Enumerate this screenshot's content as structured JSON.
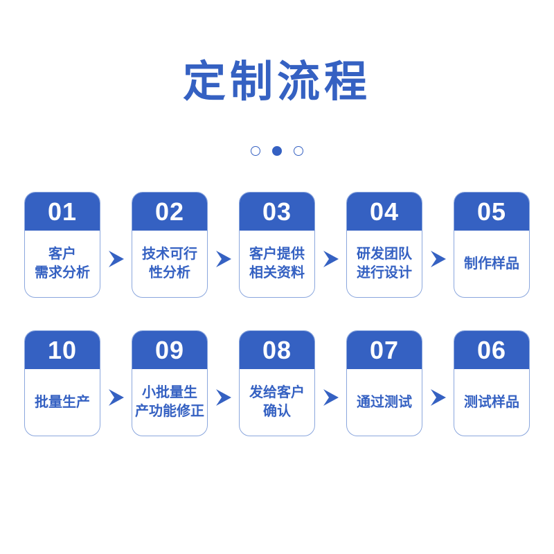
{
  "header": {
    "title": "定制流程",
    "title_color": "#3561c2"
  },
  "carousel": {
    "dots": [
      {
        "state": "inactive"
      },
      {
        "state": "active"
      },
      {
        "state": "inactive"
      }
    ],
    "active_index": 1
  },
  "theme": {
    "brand_blue": "#3561c2",
    "card_border": "#8aa6dd",
    "background": "#ffffff",
    "number_text": "#ffffff",
    "label_text": "#3561c2"
  },
  "flow": {
    "arrow_glyph": "chevron-right",
    "rows": [
      {
        "cards": [
          {
            "number": "01",
            "label": "客户\n需求分析"
          },
          {
            "number": "02",
            "label": "技术可行\n性分析"
          },
          {
            "number": "03",
            "label": "客户提供\n相关资料"
          },
          {
            "number": "04",
            "label": "研发团队\n进行设计"
          },
          {
            "number": "05",
            "label": "制作样品"
          }
        ]
      },
      {
        "cards": [
          {
            "number": "10",
            "label": "批量生产"
          },
          {
            "number": "09",
            "label": "小批量生\n产功能修正"
          },
          {
            "number": "08",
            "label": "发给客户\n确认"
          },
          {
            "number": "07",
            "label": "通过测试"
          },
          {
            "number": "06",
            "label": "测试样品"
          }
        ]
      }
    ]
  }
}
